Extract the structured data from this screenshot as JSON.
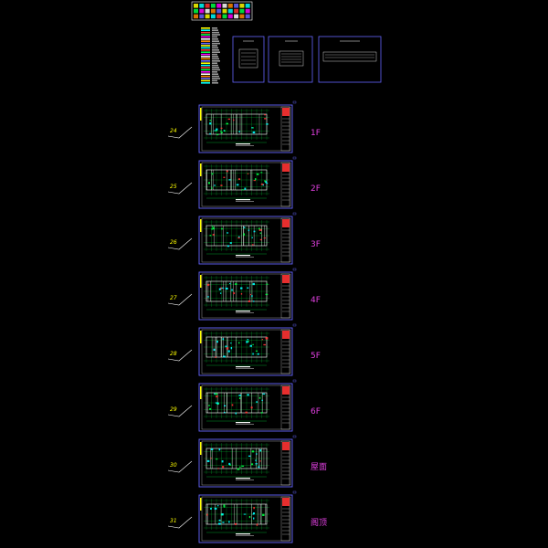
{
  "sheets": [
    {
      "number": "24",
      "floor": "1F"
    },
    {
      "number": "25",
      "floor": "2F"
    },
    {
      "number": "26",
      "floor": "3F"
    },
    {
      "number": "27",
      "floor": "4F"
    },
    {
      "number": "28",
      "floor": "5F"
    },
    {
      "number": "29",
      "floor": "6F"
    },
    {
      "number": "30",
      "floor": "屋面"
    },
    {
      "number": "31",
      "floor": "阁顶"
    }
  ],
  "colors": {
    "frame": "#6666ff",
    "plan": "#00ff44",
    "walls": "#ffffff",
    "accent_cyan": "#00ffff",
    "accent_red": "#ff3333",
    "accent_yellow": "#ffff00",
    "label_magenta": "#e040e0"
  }
}
